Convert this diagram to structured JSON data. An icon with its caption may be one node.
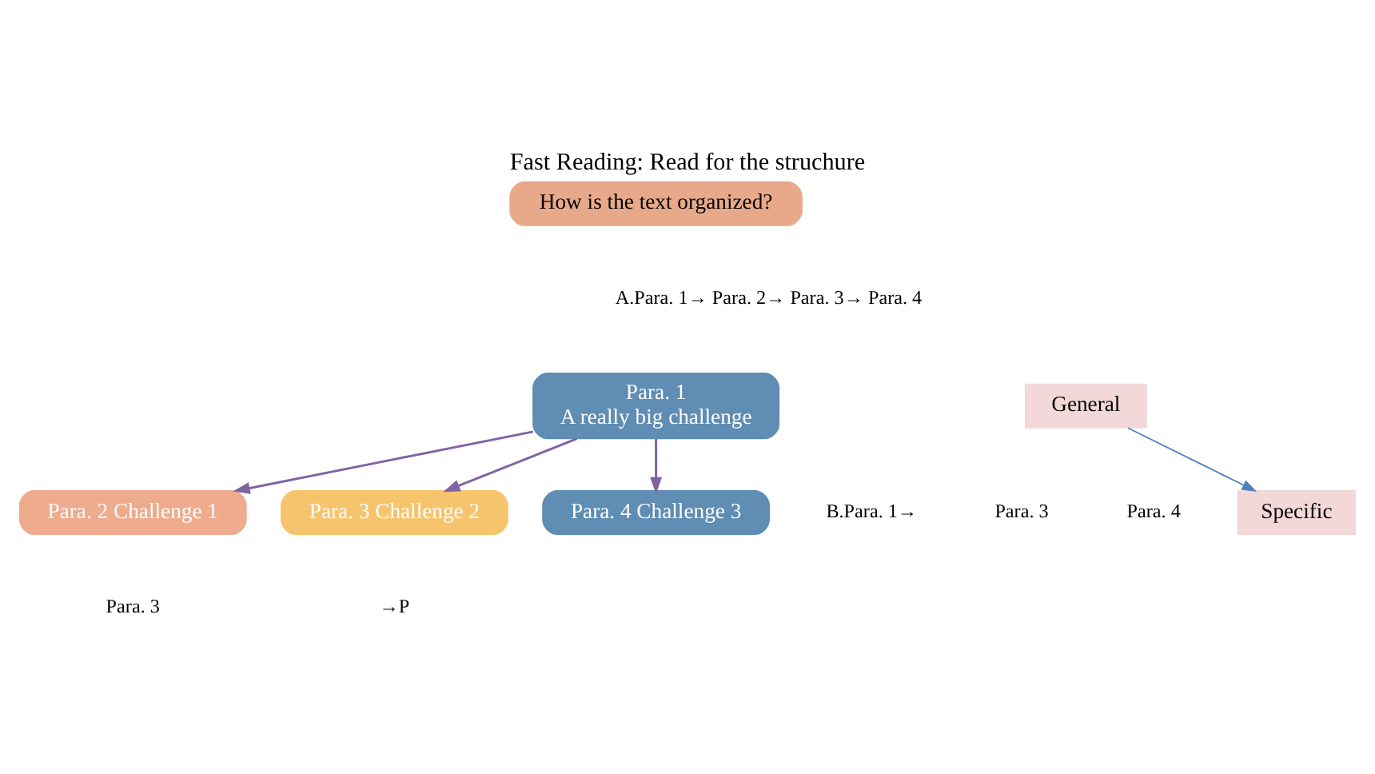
{
  "diagram": {
    "title": "Fast Reading: Read for the struchure",
    "nodes": [
      {
        "text": [
          "How is the text organized?"
        ]
      },
      {
        "text": [
          "Para. 1 A really big challenge"
        ]
      },
      {
        "text": [
          "Para. 2 Challenge 1"
        ]
      },
      {
        "text": [
          "Para. 3 Challenge 2"
        ]
      },
      {
        "text": [
          "Para. 4 Challenge 3"
        ]
      },
      {
        "text": [
          "General"
        ]
      },
      {
        "text": [
          "Specific"
        ]
      }
    ],
    "edges": [
      {
        "from": 1,
        "to": 2,
        "arrow": "to"
      },
      {
        "from": 1,
        "to": 3,
        "arrow": "to"
      },
      {
        "from": 1,
        "to": 4,
        "arrow": "to"
      },
      {
        "from": 5,
        "to": 6,
        "arrow": "to",
        "color": "#4f81bd"
      }
    ],
    "labels": [
      "A.Para. 1→ Para. 2→ Para. 3→ Para. 4",
      "B.Para. 1→",
      "Para. 3",
      "Para. 4",
      "→P",
      "Para. 3"
    ]
  }
}
